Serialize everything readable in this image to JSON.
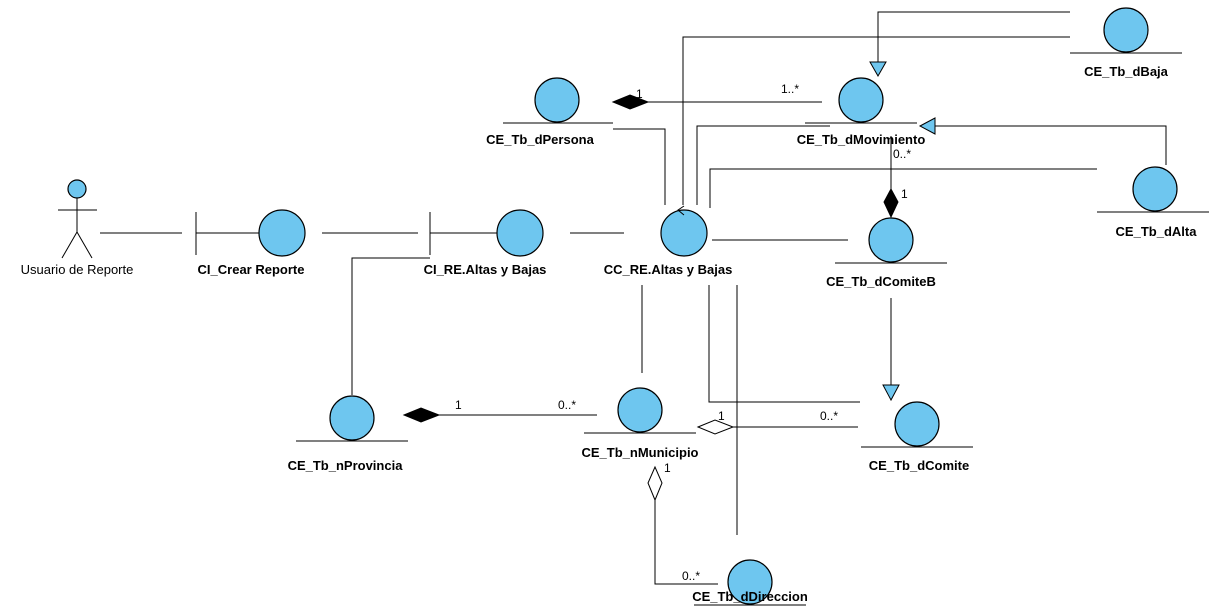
{
  "diagram": {
    "actor": {
      "label": "Usuario de Reporte"
    },
    "boundaries": [
      {
        "id": "ci_crear",
        "label": "CI_Crear Reporte"
      },
      {
        "id": "ci_re",
        "label": "CI_RE.Altas y Bajas"
      }
    ],
    "control": {
      "label": "CC_RE.Altas y Bajas"
    },
    "entities": [
      {
        "id": "dbaja",
        "label": "CE_Tb_dBaja"
      },
      {
        "id": "dpersona",
        "label": "CE_Tb_dPersona"
      },
      {
        "id": "dmovimiento",
        "label": "CE_Tb_dMovimiento"
      },
      {
        "id": "dalta",
        "label": "CE_Tb_dAlta"
      },
      {
        "id": "dcomiteb",
        "label": "CE_Tb_dComiteB"
      },
      {
        "id": "nprovincia",
        "label": "CE_Tb_nProvincia"
      },
      {
        "id": "nmunicipio",
        "label": "CE_Tb_nMunicipio"
      },
      {
        "id": "dcomite",
        "label": "CE_Tb_dComite"
      },
      {
        "id": "ddireccion",
        "label": "CE_Tb_dDireccion"
      }
    ],
    "multiplicities": {
      "persona_one": "1",
      "persona_many": "1..*",
      "movimiento_many": "0..*",
      "comiteb_one": "1",
      "provincia_one": "1",
      "municipio_many": "0..*",
      "municipio_comite_one": "1",
      "comite_many": "0..*",
      "municipio_dir_one": "1",
      "direccion_many": "0..*"
    },
    "colors": {
      "element_fill": "#6ec6ef",
      "stroke": "#000000"
    }
  }
}
